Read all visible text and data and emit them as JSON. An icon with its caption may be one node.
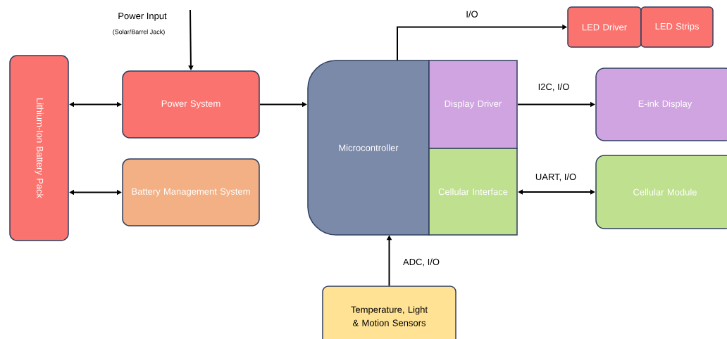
{
  "diagram": {
    "nodes": [
      {
        "text": [
          "Lithium-Ion Battery Pack"
        ]
      },
      {
        "text": [
          "Power System"
        ]
      },
      {
        "text": [
          "Battery Management System"
        ]
      },
      {
        "text": [
          "Microcontroller"
        ]
      },
      {
        "text": [
          "Display Driver"
        ]
      },
      {
        "text": [
          "Cellular Interface"
        ]
      },
      {
        "text": [
          "LED Driver"
        ]
      },
      {
        "text": [
          "LED Strips"
        ]
      },
      {
        "text": [
          "E-ink Display"
        ]
      },
      {
        "text": [
          "Cellular Module"
        ]
      },
      {
        "text": [
          "Temperature, Light & Motion Sensors"
        ]
      }
    ],
    "edges": [
      {
        "from": 0,
        "to": 1,
        "arrow": "both"
      },
      {
        "from": 0,
        "to": 2,
        "arrow": "both"
      },
      {
        "from": 1,
        "to": 3,
        "arrow": "to"
      },
      {
        "from": 3,
        "to": 6,
        "arrow": "to",
        "label": "I/O"
      },
      {
        "from": 4,
        "to": 8,
        "arrow": "to",
        "label": "I2C, I/O"
      },
      {
        "from": 5,
        "to": 9,
        "arrow": "both",
        "label": "UART, I/O"
      },
      {
        "from": 10,
        "to": 3,
        "arrow": "to",
        "label": "ADC, I/O"
      },
      {
        "from": null,
        "to": 1,
        "arrow": "to"
      }
    ],
    "labels": [
      "Power Input",
      "(Solar/Barrel Jack)"
    ]
  }
}
